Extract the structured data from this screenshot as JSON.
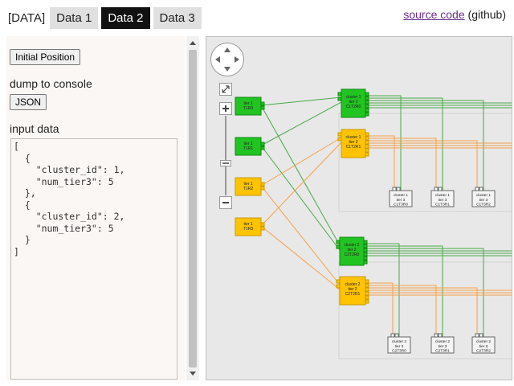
{
  "tabs": {
    "prefix": "[DATA]",
    "items": [
      {
        "label": "Data 1",
        "active": false
      },
      {
        "label": "Data 2",
        "active": true
      },
      {
        "label": "Data 3",
        "active": false
      }
    ]
  },
  "links": {
    "source_code": "source code",
    "github": "(github)"
  },
  "panel": {
    "initial_position_button": "Initial Position",
    "dump_label": "dump to console",
    "json_button": "JSON",
    "input_label": "input data",
    "input_value": "[\n  {\n    \"cluster_id\": 1,\n    \"num_tier3\": 5\n  },\n  {\n    \"cluster_id\": 2,\n    \"num_tier3\": 5\n  }\n]"
  },
  "graph": {
    "tier1_nodes": [
      {
        "line1": "tier 1",
        "line2": "T1R0",
        "color": "green"
      },
      {
        "line1": "tier 1",
        "line2": "T1R1",
        "color": "green"
      },
      {
        "line1": "tier 1",
        "line2": "T1R2",
        "color": "orange"
      },
      {
        "line1": "tier 1",
        "line2": "T1R3",
        "color": "orange"
      }
    ],
    "tier2_nodes": [
      {
        "line1": "cluster 1",
        "line2": "tier 2",
        "line3": "C1T2R0",
        "color": "green"
      },
      {
        "line1": "cluster 1",
        "line2": "tier 2",
        "line3": "C1T2R1",
        "color": "orange"
      },
      {
        "line1": "cluster 2",
        "line2": "tier 2",
        "line3": "C2T2R0",
        "color": "green"
      },
      {
        "line1": "cluster 2",
        "line2": "tier 2",
        "line3": "C2T2R1",
        "color": "orange"
      }
    ],
    "tier3_nodes": [
      {
        "line1": "cluster 1",
        "line2": "tier 3",
        "line3": "C1T3R0"
      },
      {
        "line1": "cluster 1",
        "line2": "tier 3",
        "line3": "C1T3R1"
      },
      {
        "line1": "cluster 1",
        "line2": "tier 3",
        "line3": "C1T3R2"
      },
      {
        "line1": "cluster 2",
        "line2": "tier 3",
        "line3": "C2T3R0"
      },
      {
        "line1": "cluster 2",
        "line2": "tier 3",
        "line3": "C2T3R1"
      },
      {
        "line1": "cluster 2",
        "line2": "tier 3",
        "line3": "C2T3R2"
      }
    ],
    "colors": {
      "green": "#22c422",
      "orange": "#ffc300",
      "green_link": "#4aa84a",
      "orange_link": "#f5a04a",
      "tier3_fill": "#f4f4f4"
    },
    "icons": {
      "nav": "pan-arrows-icon",
      "fit": "fit-to-screen-icon",
      "zoom_in": "plus-icon",
      "zoom_out": "minus-icon"
    }
  }
}
